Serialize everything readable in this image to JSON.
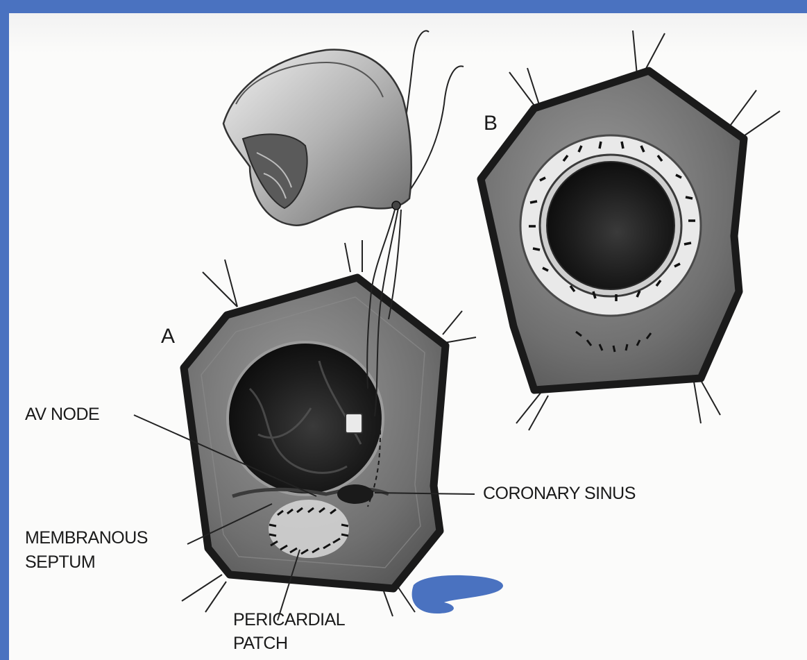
{
  "figure": {
    "panel_a": "A",
    "panel_b": "B",
    "labels": {
      "av_node": "AV NODE",
      "coronary_sinus": "CORONARY SINUS",
      "membranous": "MEMBRANOUS",
      "septum": "SEPTUM",
      "pericardial": "PERICARDIAL",
      "patch": "PATCH"
    }
  },
  "colors": {
    "slide_background": "#4a72c0",
    "annotation_blob": "#4a72c0"
  }
}
